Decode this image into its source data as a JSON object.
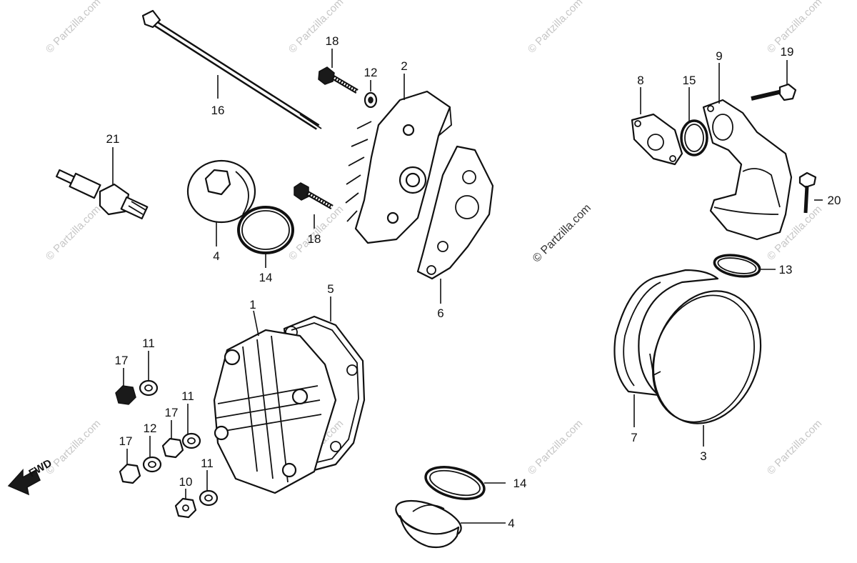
{
  "watermark": {
    "text": "© Partzilla.com",
    "center_text": "© Partzilla.com",
    "color": "#c6c6c6"
  },
  "fwd_label": "FWD",
  "callouts": {
    "c1": "1",
    "c2": "2",
    "c3": "3",
    "c4a": "4",
    "c4b": "4",
    "c5": "5",
    "c6": "6",
    "c7": "7",
    "c8": "8",
    "c9": "9",
    "c10": "10",
    "c11a": "11",
    "c11b": "11",
    "c11c": "11",
    "c12a": "12",
    "c12b": "12",
    "c13": "13",
    "c14a": "14",
    "c14b": "14",
    "c15": "15",
    "c16": "16",
    "c17a": "17",
    "c17b": "17",
    "c17c": "17",
    "c18a": "18",
    "c18b": "18",
    "c19": "19",
    "c20": "20",
    "c21": "21"
  },
  "parts": [
    {
      "ref": "16",
      "icon": "stud-bolt-icon"
    },
    {
      "ref": "18",
      "icon": "flange-bolt-icon"
    },
    {
      "ref": "12",
      "icon": "washer-icon"
    },
    {
      "ref": "2",
      "icon": "cam-cover-icon"
    },
    {
      "ref": "6",
      "icon": "gasket-icon"
    },
    {
      "ref": "21",
      "icon": "spark-plug-icon"
    },
    {
      "ref": "4",
      "icon": "cap-icon"
    },
    {
      "ref": "14",
      "icon": "o-ring-icon"
    },
    {
      "ref": "1",
      "icon": "cylinder-head-cover-icon"
    },
    {
      "ref": "5",
      "icon": "head-cover-gasket-icon"
    },
    {
      "ref": "17",
      "icon": "cap-nut-icon"
    },
    {
      "ref": "11",
      "icon": "washer-icon"
    },
    {
      "ref": "10",
      "icon": "nut-icon"
    },
    {
      "ref": "8",
      "icon": "insulator-icon"
    },
    {
      "ref": "15",
      "icon": "o-ring-icon"
    },
    {
      "ref": "9",
      "icon": "intake-pipe-icon"
    },
    {
      "ref": "19",
      "icon": "bolt-icon"
    },
    {
      "ref": "20",
      "icon": "bolt-icon"
    },
    {
      "ref": "13",
      "icon": "o-ring-icon"
    },
    {
      "ref": "7",
      "icon": "gasket-icon"
    },
    {
      "ref": "3",
      "icon": "side-cover-icon"
    }
  ]
}
